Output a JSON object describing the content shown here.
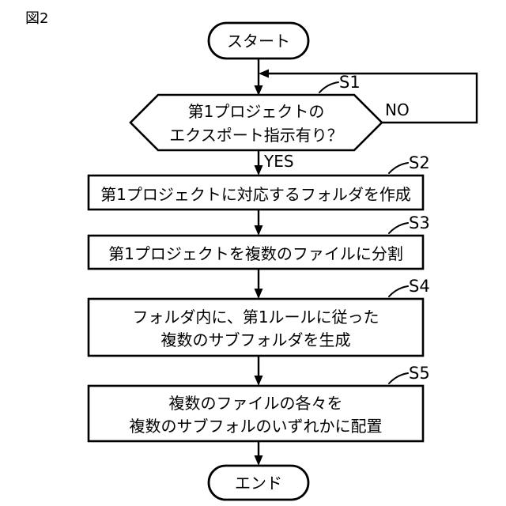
{
  "figure": {
    "label": "図2"
  },
  "flowchart": {
    "title": "図2",
    "stroke_color": "#000000",
    "fill_color": "#ffffff",
    "nodes": [
      {
        "id": "start",
        "type": "terminator",
        "text": "スタート",
        "step": ""
      },
      {
        "id": "s1",
        "type": "decision",
        "line1": "第1プロジェクトの",
        "line2": "エクスポート指示有り？",
        "step": "S1"
      },
      {
        "id": "s2",
        "type": "process",
        "line1": "第1プロジェクトに対応するフォルダを作成",
        "line2": "",
        "step": "S2"
      },
      {
        "id": "s3",
        "type": "process",
        "line1": "第1プロジェクトを複数のファイルに分割",
        "line2": "",
        "step": "S3"
      },
      {
        "id": "s4",
        "type": "process",
        "line1": "フォルダ内に、第1ルールに従った",
        "line2": "複数のサブフォルダを生成",
        "step": "S4"
      },
      {
        "id": "s5",
        "type": "process",
        "line1": "複数のファイルの各々を",
        "line2": "複数のサブフォルのいずれかに配置",
        "step": "S5"
      },
      {
        "id": "end",
        "type": "terminator",
        "text": "エンド",
        "step": ""
      }
    ],
    "branches": {
      "yes_label": "YES",
      "no_label": "NO"
    }
  }
}
